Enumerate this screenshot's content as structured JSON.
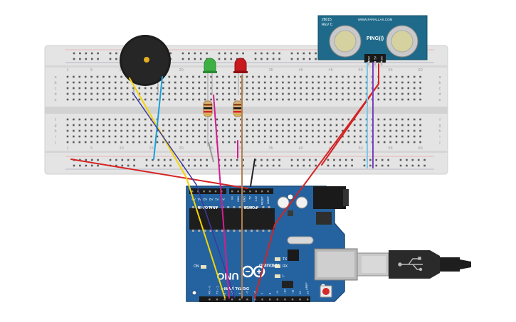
{
  "breadboard": {
    "col_numbers": [
      "1",
      "5",
      "10",
      "15",
      "20",
      "25",
      "30",
      "35",
      "40",
      "45",
      "50",
      "55",
      "60"
    ],
    "row_letters_top": [
      "a",
      "b",
      "c",
      "d",
      "e"
    ],
    "row_letters_bottom": [
      "f",
      "g",
      "h",
      "i",
      "j"
    ]
  },
  "sensor": {
    "model": "28015",
    "rev": "REV C",
    "brand": "WWW.PARALLAX.COM",
    "name": "PING)))",
    "pins": [
      "GND",
      "5V",
      "SIG"
    ]
  },
  "arduino": {
    "brand": "ARDUINO",
    "model": "UNO",
    "on_label": "ON",
    "tx_label": "TX",
    "rx_label": "RX",
    "l_label": "L",
    "power_label": "POWER",
    "analog_label": "ANALOG IN",
    "digital_label": "DIGITAL (PWM~)",
    "aref_label": "AREF",
    "analog_pins": [
      "A0",
      "A1",
      "A2",
      "A3",
      "A4",
      "A5"
    ],
    "power_pins": [
      "Vin",
      "GND",
      "GND",
      "5V",
      "3.3V",
      "RESET",
      "IOREF"
    ],
    "digital_pins": [
      "13",
      "12",
      "~11",
      "~10",
      "~9",
      "8",
      "7",
      "~6",
      "~5",
      "4",
      "~3",
      "2",
      "TX→1",
      "RX←0"
    ]
  },
  "colors": {
    "breadboard": "#e4e4e4",
    "arduino_board": "#2563a0",
    "sensor_board": "#1f6a8a",
    "wire_red": "#d42424",
    "wire_yellow": "#f5d400",
    "wire_blue": "#1aa0dc",
    "wire_magenta": "#d41d8f",
    "wire_brown": "#b08050",
    "wire_purple": "#7b3fc0",
    "wire_black": "#222222",
    "wire_lightblue": "#7ec8e8",
    "led_green": "#3cb043",
    "led_red": "#c8191e"
  }
}
